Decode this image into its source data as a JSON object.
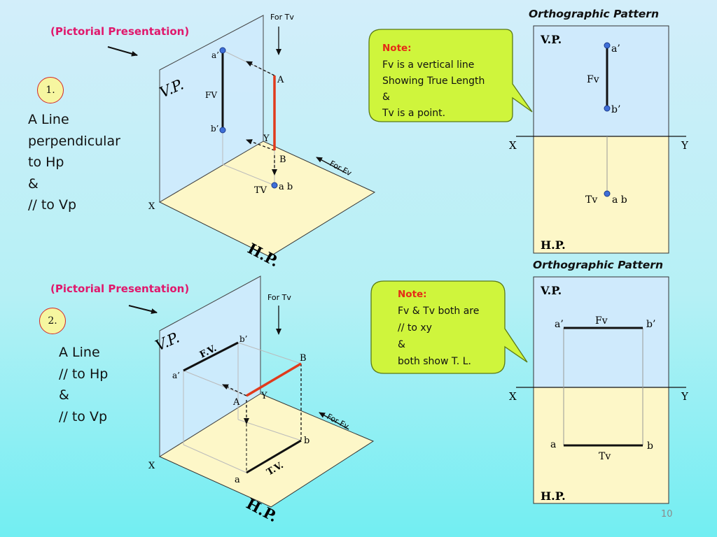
{
  "page_number": "10",
  "colors": {
    "vp_plane": "#cfeafc",
    "hp_plane": "#fdf7c8",
    "note_bg": "#cff53c",
    "note_heading": "#e52b16",
    "pictorial_label": "#e0186c",
    "line_red": "#e03a1c",
    "point_blue": "#3f6fd8"
  },
  "section1": {
    "pictorial_label": "(Pictorial Presentation)",
    "number": "1.",
    "description": "A Line\nperpendicular\nto Hp\n&\n// to Vp",
    "pictorial": {
      "for_tv": "For Tv",
      "for_fv": "For Fv",
      "vp_label": "V.P.",
      "hp_label": "H.P.",
      "a_prime": "a’",
      "b_prime": "b’",
      "fv": "FV",
      "A": "A",
      "B": "B",
      "x": "X",
      "y": "Y",
      "tv": "TV",
      "ab": "a b"
    },
    "note": {
      "heading": "Note:",
      "lines": [
        "Fv is a vertical line",
        "Showing True Length",
        "&",
        "Tv is a point."
      ]
    },
    "ortho": {
      "title": "Orthographic Pattern",
      "vp": "V.P.",
      "hp": "H.P.",
      "a_prime": "a’",
      "b_prime": "b’",
      "fv": "Fv",
      "x": "X",
      "y": "Y",
      "tv": "Tv",
      "ab": "a b"
    }
  },
  "section2": {
    "pictorial_label": "(Pictorial Presentation)",
    "number": "2.",
    "description": "A Line\n// to Hp\n&\n// to Vp",
    "pictorial": {
      "for_tv": "For Tv",
      "for_fv": "For Fv",
      "vp_label": "V.P.",
      "hp_label": "H.P.",
      "fv": "F.V.",
      "tv": "T.V.",
      "a_prime": "a’",
      "b_prime": "b’",
      "A": "A",
      "B": "B",
      "a": "a",
      "b": "b",
      "x": "X",
      "y": "Y"
    },
    "note": {
      "heading": "Note:",
      "lines": [
        "Fv & Tv both are",
        "// to xy",
        "&",
        "both show T. L."
      ]
    },
    "ortho": {
      "title": "Orthographic Pattern",
      "vp": "V.P.",
      "hp": "H.P.",
      "a_prime": "a’",
      "b_prime": "b’",
      "fv": "Fv",
      "x": "X",
      "y": "Y",
      "a": "a",
      "b": "b",
      "tv": "Tv"
    }
  }
}
